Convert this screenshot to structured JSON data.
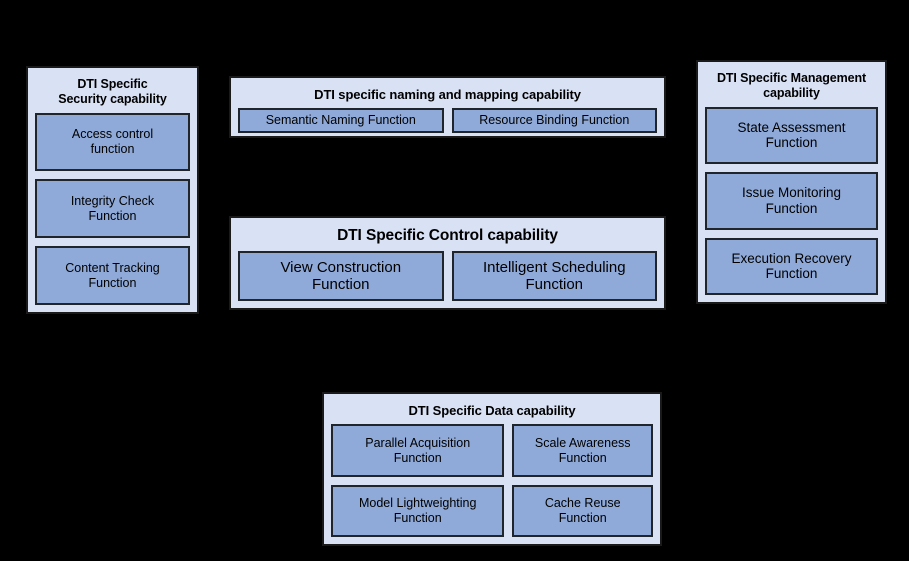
{
  "diagram": {
    "background_color": "#000000",
    "panel_fill": "#D9E1F4",
    "panel_border": "#1a1a1a",
    "function_fill": "#8FAAD8",
    "function_border": "#20242b",
    "panels": [
      {
        "id": "security",
        "title": "DTI Specific\nSecurity capability",
        "title_line1": "DTI Specific",
        "title_line2": "Security capability",
        "functions": [
          "Access control function",
          "Integrity Check Function",
          "Content Tracking Function"
        ],
        "fn_line1": [
          "Access control",
          "Integrity Check",
          "Content Tracking"
        ],
        "fn_line2": [
          "function",
          "Function",
          "Function"
        ]
      },
      {
        "id": "naming",
        "title": "DTI specific naming and mapping capability",
        "functions": [
          "Semantic Naming Function",
          "Resource Binding Function"
        ]
      },
      {
        "id": "control",
        "title": "DTI Specific Control capability",
        "functions": [
          "View Construction Function",
          "Intelligent Scheduling Function"
        ],
        "fn_line1": [
          "View Construction",
          "Intelligent Scheduling"
        ],
        "fn_line2": [
          "Function",
          "Function"
        ]
      },
      {
        "id": "management",
        "title": "DTI Specific Management capability",
        "title_line1": "DTI Specific Management",
        "title_line2": "capability",
        "functions": [
          "State Assessment Function",
          "Issue Monitoring Function",
          "Execution Recovery Function"
        ],
        "fn_line1": [
          "State Assessment",
          "Issue Monitoring",
          "Execution Recovery"
        ],
        "fn_line2": [
          "Function",
          "Function",
          "Function"
        ]
      },
      {
        "id": "data",
        "title": "DTI Specific Data capability",
        "functions": [
          "Parallel Acquisition Function",
          "Scale Awareness Function",
          "Model Lightweighting Function",
          "Cache Reuse Function"
        ],
        "fn_line1": [
          "Parallel Acquisition",
          "Scale Awareness",
          "Model Lightweighting",
          "Cache Reuse"
        ],
        "fn_line2": [
          "Function",
          "Function",
          "Function",
          "Function"
        ]
      }
    ]
  }
}
